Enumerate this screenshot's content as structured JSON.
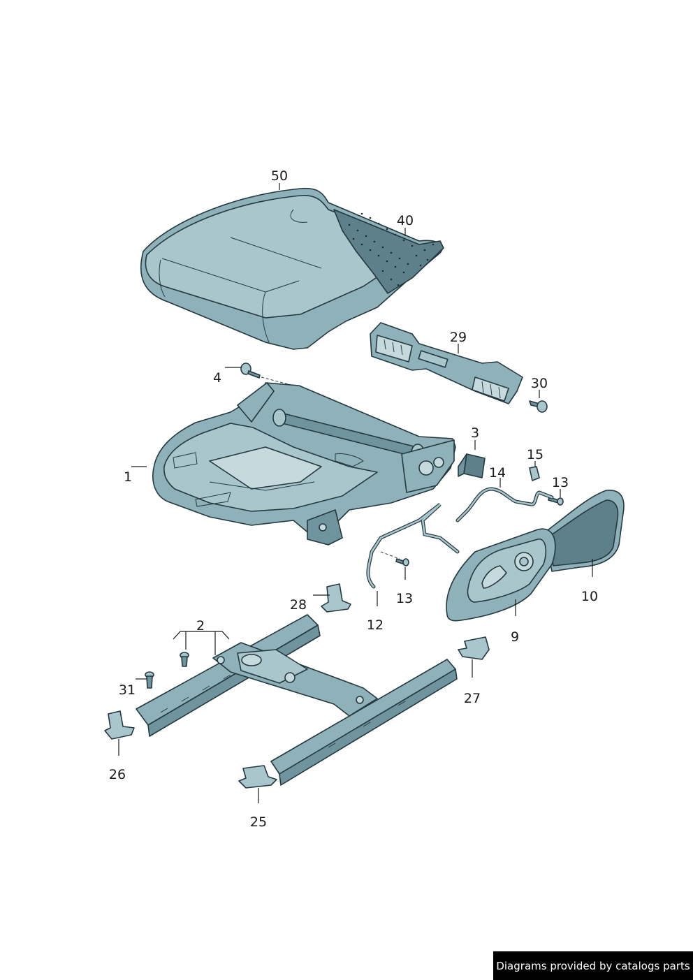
{
  "callouts": {
    "c50": "50",
    "c40": "40",
    "c29": "29",
    "c30": "30",
    "c4": "4",
    "c3": "3",
    "c15": "15",
    "c14": "14",
    "c13a": "13",
    "c1": "1",
    "c13b": "13",
    "c12": "12",
    "c10": "10",
    "c9": "9",
    "c28": "28",
    "c2": "2",
    "c31": "31",
    "c27": "27",
    "c26": "26",
    "c25": "25"
  },
  "footer": {
    "credit": "Diagrams provided by catalogs parts"
  },
  "colors": {
    "part_fill": "#8fb2ba",
    "part_light": "#c6dade",
    "part_dark": "#5d808a",
    "outline": "#24383f",
    "credit_background": "#000000"
  }
}
